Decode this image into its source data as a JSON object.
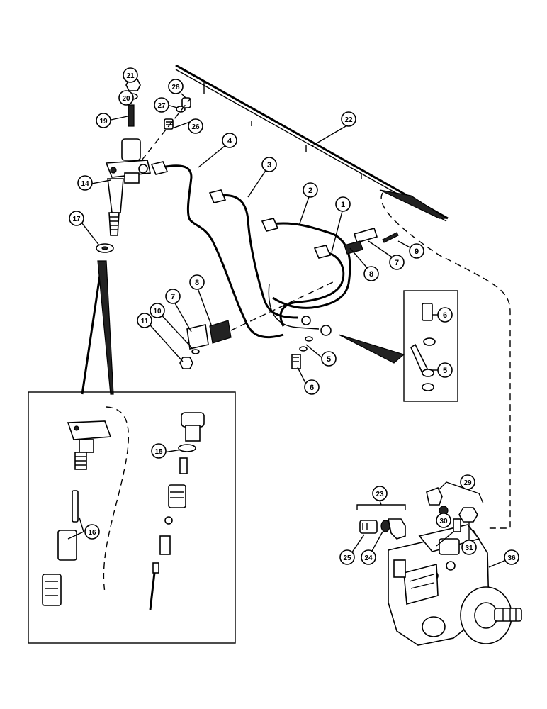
{
  "callouts": [
    {
      "id": "c1",
      "label": "1"
    },
    {
      "id": "c2",
      "label": "2"
    },
    {
      "id": "c3",
      "label": "3"
    },
    {
      "id": "c4",
      "label": "4"
    },
    {
      "id": "c5a",
      "label": "5"
    },
    {
      "id": "c5b",
      "label": "5"
    },
    {
      "id": "c6a",
      "label": "6"
    },
    {
      "id": "c6b",
      "label": "6"
    },
    {
      "id": "c7a",
      "label": "7"
    },
    {
      "id": "c7b",
      "label": "7"
    },
    {
      "id": "c8a",
      "label": "8"
    },
    {
      "id": "c8b",
      "label": "8"
    },
    {
      "id": "c9",
      "label": "9"
    },
    {
      "id": "c10",
      "label": "10"
    },
    {
      "id": "c11",
      "label": "11"
    },
    {
      "id": "c14",
      "label": "14"
    },
    {
      "id": "c15",
      "label": "15"
    },
    {
      "id": "c16",
      "label": "16"
    },
    {
      "id": "c17",
      "label": "17"
    },
    {
      "id": "c19",
      "label": "19"
    },
    {
      "id": "c20",
      "label": "20"
    },
    {
      "id": "c21",
      "label": "21"
    },
    {
      "id": "c22",
      "label": "22"
    },
    {
      "id": "c23",
      "label": "23"
    },
    {
      "id": "c24",
      "label": "24"
    },
    {
      "id": "c25",
      "label": "25"
    },
    {
      "id": "c26",
      "label": "26"
    },
    {
      "id": "c27",
      "label": "27"
    },
    {
      "id": "c28",
      "label": "28"
    },
    {
      "id": "c29",
      "label": "29"
    },
    {
      "id": "c30",
      "label": "30"
    },
    {
      "id": "c31",
      "label": "31"
    },
    {
      "id": "c36",
      "label": "36"
    }
  ]
}
